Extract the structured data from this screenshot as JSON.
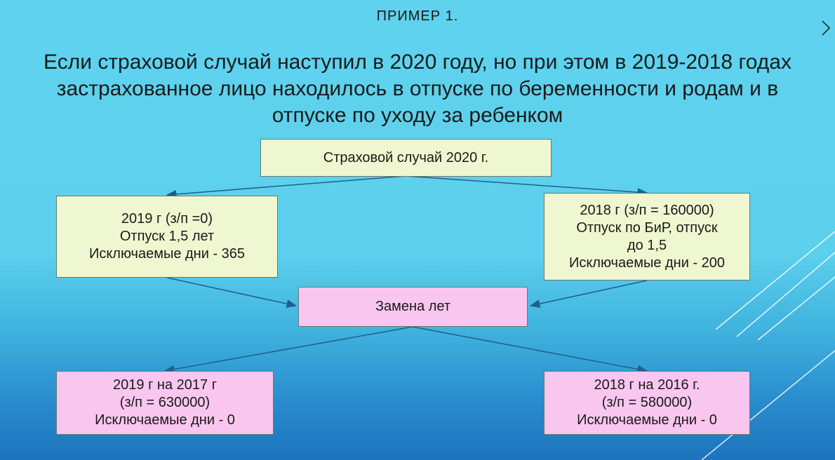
{
  "slide": {
    "label": "ПРИМЕР 1.",
    "heading": "Если страховой случай наступил в 2020 году, но при этом в 2019-2018 годах застрахованное лицо находилось в отпуске по беременности и родам и  в отпуске по уходу за ребенком"
  },
  "diagram": {
    "root": {
      "text": "Страховой случай 2020 г."
    },
    "left_top": {
      "lines": [
        "2019 г (з/п =0)",
        "Отпуск 1,5 лет",
        "Исключаемые дни - 365"
      ]
    },
    "right_top": {
      "lines": [
        "2018 г (з/п = 160000)",
        "Отпуск по БиР, отпуск",
        "до 1,5",
        "Исключаемые дни - 200"
      ]
    },
    "middle": {
      "text": "Замена лет"
    },
    "left_bottom": {
      "lines": [
        "2019 г на 2017 г",
        "(з/п = 630000)",
        "Исключаемые дни - 0"
      ]
    },
    "right_bottom": {
      "lines": [
        "2018 г на 2016 г.",
        "(з/п = 580000)",
        "Исключаемые дни - 0"
      ]
    }
  },
  "colors": {
    "green_box": "#eef7cf",
    "pink_box": "#f8c6ef",
    "arrow": "#1f5f8f"
  }
}
